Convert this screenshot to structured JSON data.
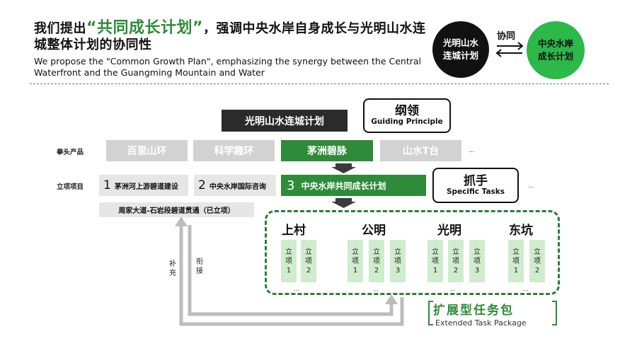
{
  "header": {
    "title_pre": "我们提出",
    "title_quote_open": "“",
    "title_highlight": "共同成长计划",
    "title_quote_close": "”",
    "title_post": "，强调中央水岸自身成长与光明山水连城整体计划的协同性",
    "subtitle_en": "We propose the \"Common Growth Plan\", emphasizing the synergy between the Central Waterfront and the Guangming Mountain and Water"
  },
  "synergy": {
    "left_circle": "光明山水连城计划",
    "right_circle": "中央水岸成长计划",
    "label": "协同"
  },
  "diagram": {
    "plan_title": "光明山水连城计划",
    "guiding_zh": "纲领",
    "guiding_en": "Guiding Principle",
    "row1_label": "拳头产品",
    "products": [
      "百里山环",
      "科学趣环",
      "茅洲碧脉",
      "山水T台"
    ],
    "ellipsis": "...",
    "row2_label": "立项项目",
    "projects": [
      {
        "num": "1",
        "name": "茅洲河上游碧道建设"
      },
      {
        "num": "2",
        "name": "中央水岸国际咨询"
      },
      {
        "num": "3",
        "name": "中央水岸共同成长计划"
      }
    ],
    "project_extra": "周家大道-石岩段碧道贯通（已立项）",
    "tasks_zh": "抓手",
    "tasks_en": "Specific Tasks",
    "districts": [
      "上村",
      "公明",
      "光明",
      "东坑"
    ],
    "tile_prefix": "立项",
    "tile_numbers": [
      "1",
      "2",
      "1",
      "2",
      "3",
      "1",
      "2",
      "3",
      "1",
      "2"
    ],
    "side_left": "补充",
    "side_right": "衔接",
    "ext_zh": "扩展型任务包",
    "ext_en": "Extended Task Package"
  }
}
